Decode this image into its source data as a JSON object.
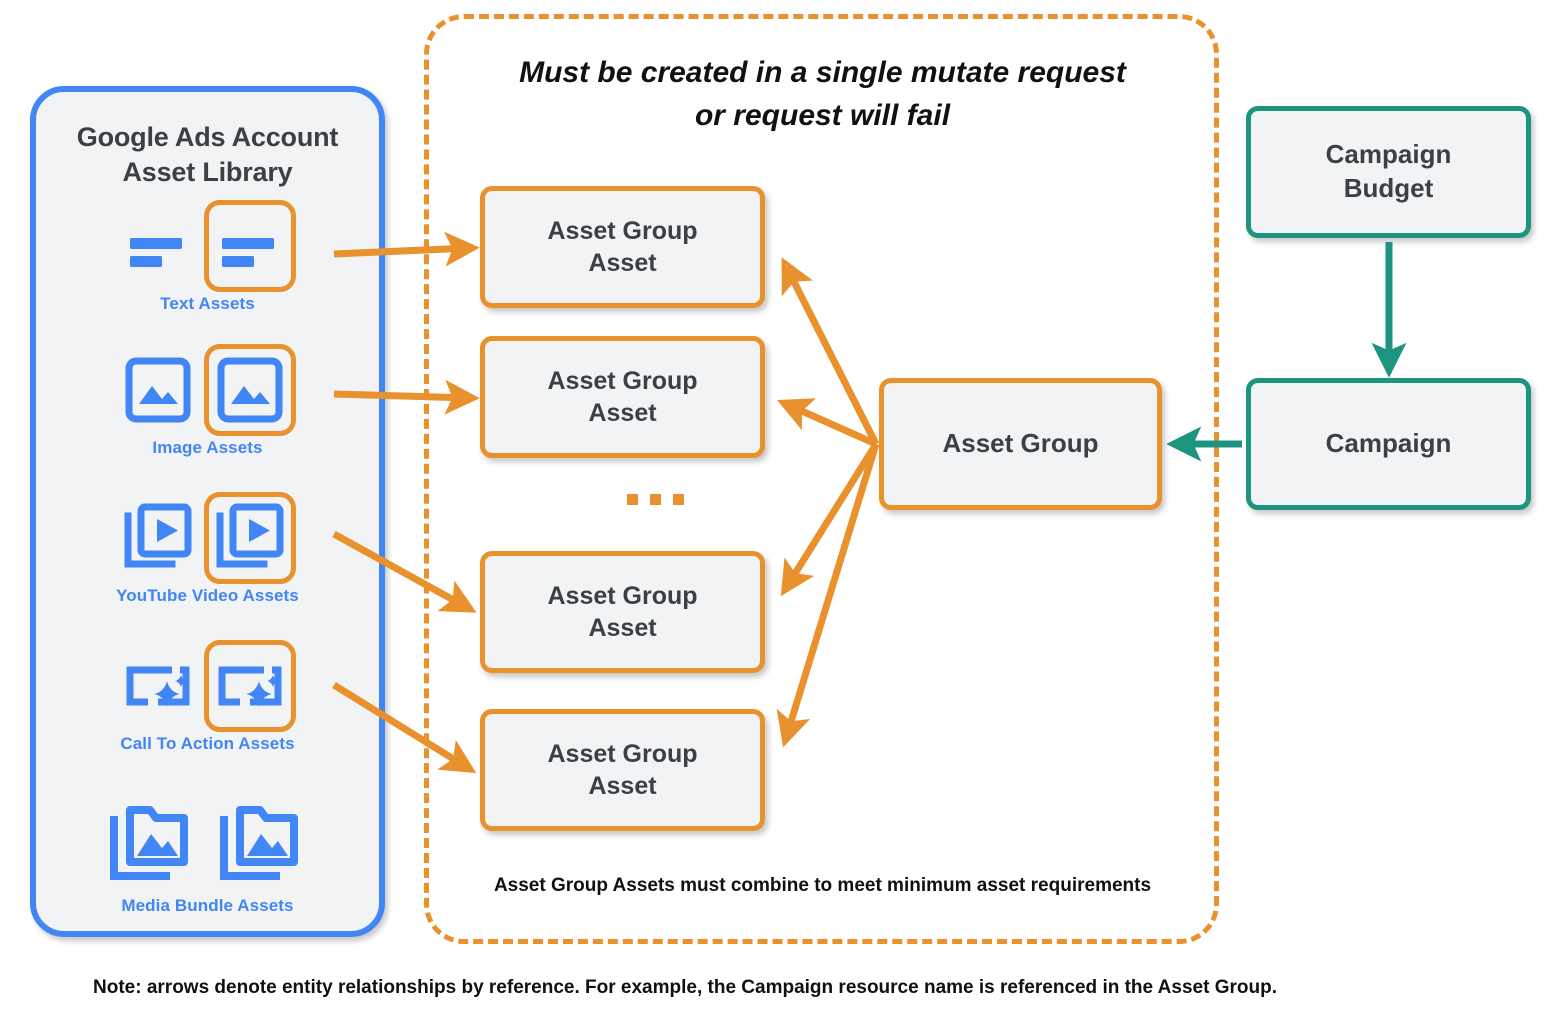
{
  "diagram": {
    "library": {
      "title_line1": "Google Ads Account",
      "title_line2": "Asset Library",
      "accent_color": "#4285f4",
      "items": [
        {
          "label": "Text Assets",
          "icon": "text-lines-icon",
          "highlighted": true
        },
        {
          "label": "Image Assets",
          "icon": "image-icon",
          "highlighted": true
        },
        {
          "label": "YouTube Video  Assets",
          "icon": "video-stack-icon",
          "highlighted": true
        },
        {
          "label": "Call To Action Assets",
          "icon": "call-to-action-icon",
          "highlighted": true
        },
        {
          "label": "Media Bundle  Assets",
          "icon": "media-bundle-folder-icon",
          "highlighted": false
        }
      ]
    },
    "mutate_container": {
      "heading_line1": "Must be created in a single mutate request",
      "heading_line2": "or request will fail",
      "footnote": "Asset Group Assets must combine to meet minimum asset requirements",
      "border_color": "#e8912d",
      "border_style": "dashed"
    },
    "nodes": {
      "asset_group_assets": [
        {
          "line1": "Asset Group",
          "line2": "Asset"
        },
        {
          "line1": "Asset Group",
          "line2": "Asset"
        },
        {
          "line1": "Asset Group",
          "line2": "Asset"
        },
        {
          "line1": "Asset Group",
          "line2": "Asset"
        }
      ],
      "ellipsis": "...",
      "asset_group": "Asset Group",
      "campaign_budget_line1": "Campaign",
      "campaign_budget_line2": "Budget",
      "campaign": "Campaign"
    },
    "colors": {
      "orange": "#e8912d",
      "teal": "#1c9480",
      "blue": "#4285f4",
      "node_fill": "#f1f3f4",
      "text_dark": "#3c4043"
    },
    "bottom_note": "Note: arrows denote entity relationships by reference. For example, the Campaign resource name is referenced in the Asset Group."
  }
}
